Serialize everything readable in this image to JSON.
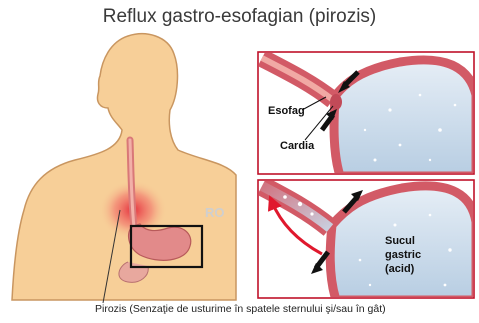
{
  "title": "Reflux gastro-esofagian (pirozis)",
  "labels": {
    "esofag": "Esofag",
    "cardia": "Cardia",
    "sucul_line1": "Sucul",
    "sucul_line2": "gastric",
    "sucul_line3": "(acid)"
  },
  "caption": "Pirozis (Senzaţie de usturime în spatele sternului şi/sau în gât)",
  "watermark": "RO",
  "colors": {
    "skin": "#f7cf98",
    "skin_outline": "#c99660",
    "stomach_wall": "#d25a66",
    "gastric_fluid": "#c9dcec",
    "burn": "#e32636",
    "panel_border": "#c0122a"
  }
}
